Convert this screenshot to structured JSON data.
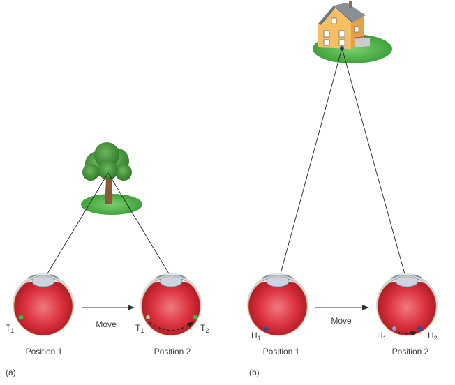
{
  "panels": [
    {
      "id": "a",
      "tag": "(a)",
      "object": "tree",
      "move_label": "Move",
      "position_1_label": "Position 1",
      "position_2_label": "Position 2",
      "point_1": {
        "letter": "T",
        "sub": "1"
      },
      "point_2": {
        "letter": "T",
        "sub": "2"
      }
    },
    {
      "id": "b",
      "tag": "(b)",
      "object": "house",
      "move_label": "Move",
      "position_1_label": "Position 1",
      "position_2_label": "Position 2",
      "point_1": {
        "letter": "H",
        "sub": "1"
      },
      "point_2": {
        "letter": "H",
        "sub": "2"
      }
    }
  ],
  "colors": {
    "eyeball": "#d92c38",
    "lens": "#b9c8d8",
    "tree_point": "#3cb64a",
    "house_point": "#1f4fa8",
    "grass": "#4fb84a",
    "house_wall": "#f4b75a",
    "roof": "#8a8f96"
  }
}
